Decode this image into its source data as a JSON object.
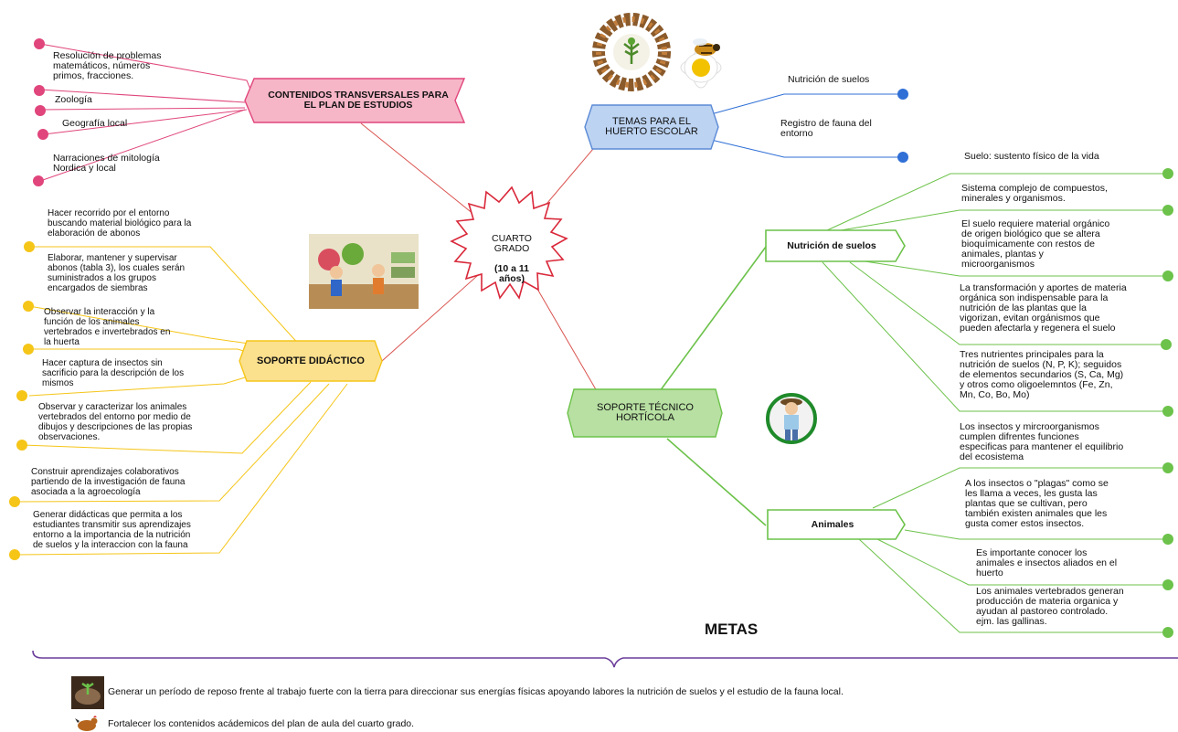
{
  "center": {
    "line1": "CUARTO",
    "line2": "GRADO",
    "line3": "(10 a 11",
    "line4": "años)"
  },
  "transversales": {
    "title": "CONTENIDOS TRANSVERSALES PARA\nEL PLAN DE ESTUDIOS",
    "color": "#e0457b",
    "items": [
      "Resolución de problemas\nmatemáticos, números\nprimos, fracciones.",
      "Zoología",
      "Geografía local",
      "Narraciones de mitología\nNordica y local"
    ]
  },
  "temas": {
    "title": "TEMAS PARA EL\nHUERTO ESCOLAR",
    "color": "#2f6fd6",
    "items": [
      "Nutrición de suelos",
      "Registro de fauna  del\nentorno"
    ]
  },
  "didactico": {
    "title": "SOPORTE DIDÁCTICO",
    "color": "#f5c518",
    "items": [
      "Hacer recorrido por el entorno\nbuscando material biológico para la\nelaboración de abonos",
      "Elaborar, mantener y supervisar\nabonos (tabla 3), los cuales serán\nsuministrados  a los grupos\nencargados de siembras",
      "Observar la interacción y la\nfunción de los animales\nvertebrados e invertebrados   en\nla huerta",
      "Hacer captura de insectos sin\nsacrificio para la descripción de los\nmismos",
      "Observar y caracterizar los animales\nvertebrados del entorno por medio de\ndibujos y descripciones de las propias\nobservaciones.",
      "Construir  aprendizajes colaborativos\npartiendo de la investigación de fauna\nasociada a la agroecología",
      "Generar didácticas que permita a los\nestudiantes transmitir sus aprendizajes\nentorno a la importancia de la nutrición\nde suelos y la interaccion con la fauna"
    ]
  },
  "tecnico": {
    "title": "SOPORTE TÉCNICO\nHORTÍCOLA",
    "color": "#6cc24a",
    "nutricion": {
      "label": "Nutrición de suelos",
      "items": [
        "Suelo: sustento físico de la vida",
        "Sistema complejo de compuestos,\nminerales y organismos.",
        "El suelo requiere material orgánico\nde origen biológico que se altera\nbioquímicamente con restos de\nanimales, plantas y\nmicroorganismos",
        "La transformación y aportes de materia\norgánica son indispensable para la\nnutrición de las plantas que la\nvigorizan, evitan orgánismos que\npueden afectarla y regenera el suelo",
        "Tres nutrientes principales para la\nnutrición de suelos (N, P, K); seguidos\nde elementos secundarios (S, Ca, Mg)\ny otros como oligoelemntos (Fe, Zn,\nMn, Co, Bo, Mo)"
      ]
    },
    "animales": {
      "label": "Animales",
      "items": [
        "Los insectos y mircroorganismos\ncumplen difrentes funciones\nespecificas para mantener el equilibrio\ndel ecosistema",
        "A los  insectos o \"plagas\" como se\nles llama a veces, les gusta las\nplantas que se cultivan, pero\ntambién existen animales que les\ngusta comer estos insectos.",
        "Es importante conocer los\nanimales e insectos aliados en el\nhuerto",
        "Los animales vertebrados generan\nproducción de materia organica y\nayudan al pastoreo controlado.\nejm. las gallinas."
      ]
    }
  },
  "metas": {
    "title": "METAS",
    "bracket_color": "#6a3d9a",
    "goals": [
      "Generar un período de reposo frente al trabajo fuerte con la tierra para direccionar sus energías físicas apoyando labores la nutrición de suelos y el estudio de la fauna local.",
      "Fortalecer  los contenidos acádemicos del plan de aula del cuarto grado."
    ]
  }
}
